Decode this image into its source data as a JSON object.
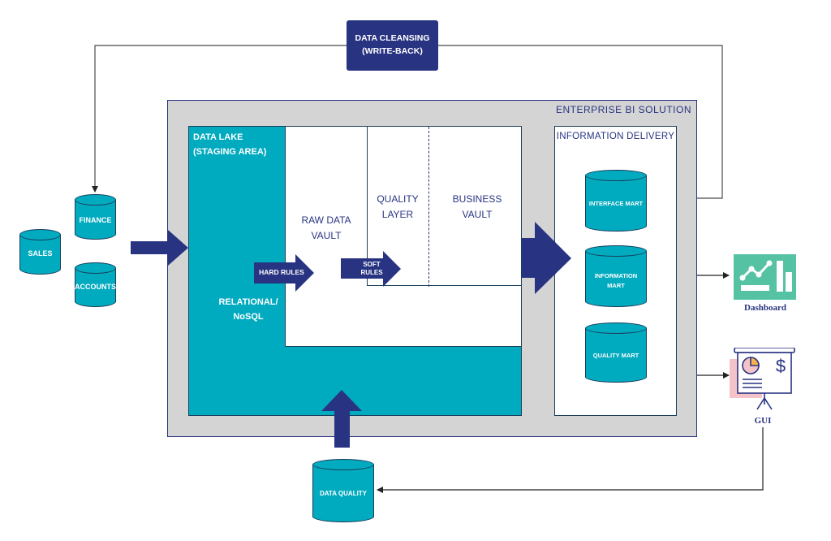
{
  "data_cleansing": "DATA CLEANSING\n(WRITE-BACK)",
  "enterprise_title": "ENTERPRISE BI SOLUTION",
  "data_lake_title": "DATA LAKE\n(STAGING AREA)",
  "data_lake_sub": "RELATIONAL/\nNoSQL",
  "raw_vault": "RAW DATA\nVAULT",
  "quality_layer": "QUALITY\nLAYER",
  "business_vault": "BUSINESS\nVAULT",
  "info_delivery_title": "INFORMATION DELIVERY",
  "hard_rules": "HARD RULES",
  "soft_rules": "SOFT\nRULES",
  "sources": {
    "finance": "FINANCE",
    "sales": "SALES",
    "accounts": "ACCOUNTS"
  },
  "marts": {
    "interface": "INTERFACE MART",
    "information": "INFORMATION\nMART",
    "quality": "QUALITY MART"
  },
  "data_quality": "DATA QUALITY",
  "dashboard_label": "Dashboard",
  "gui_label": "GUI",
  "colors": {
    "teal": "#00aabf",
    "navy": "#283482",
    "grey": "#d4d4d4",
    "dark_outline": "#1b3f5c",
    "dashboard_green": "#56c2a4",
    "gui_pink": "#f4c2c9"
  }
}
